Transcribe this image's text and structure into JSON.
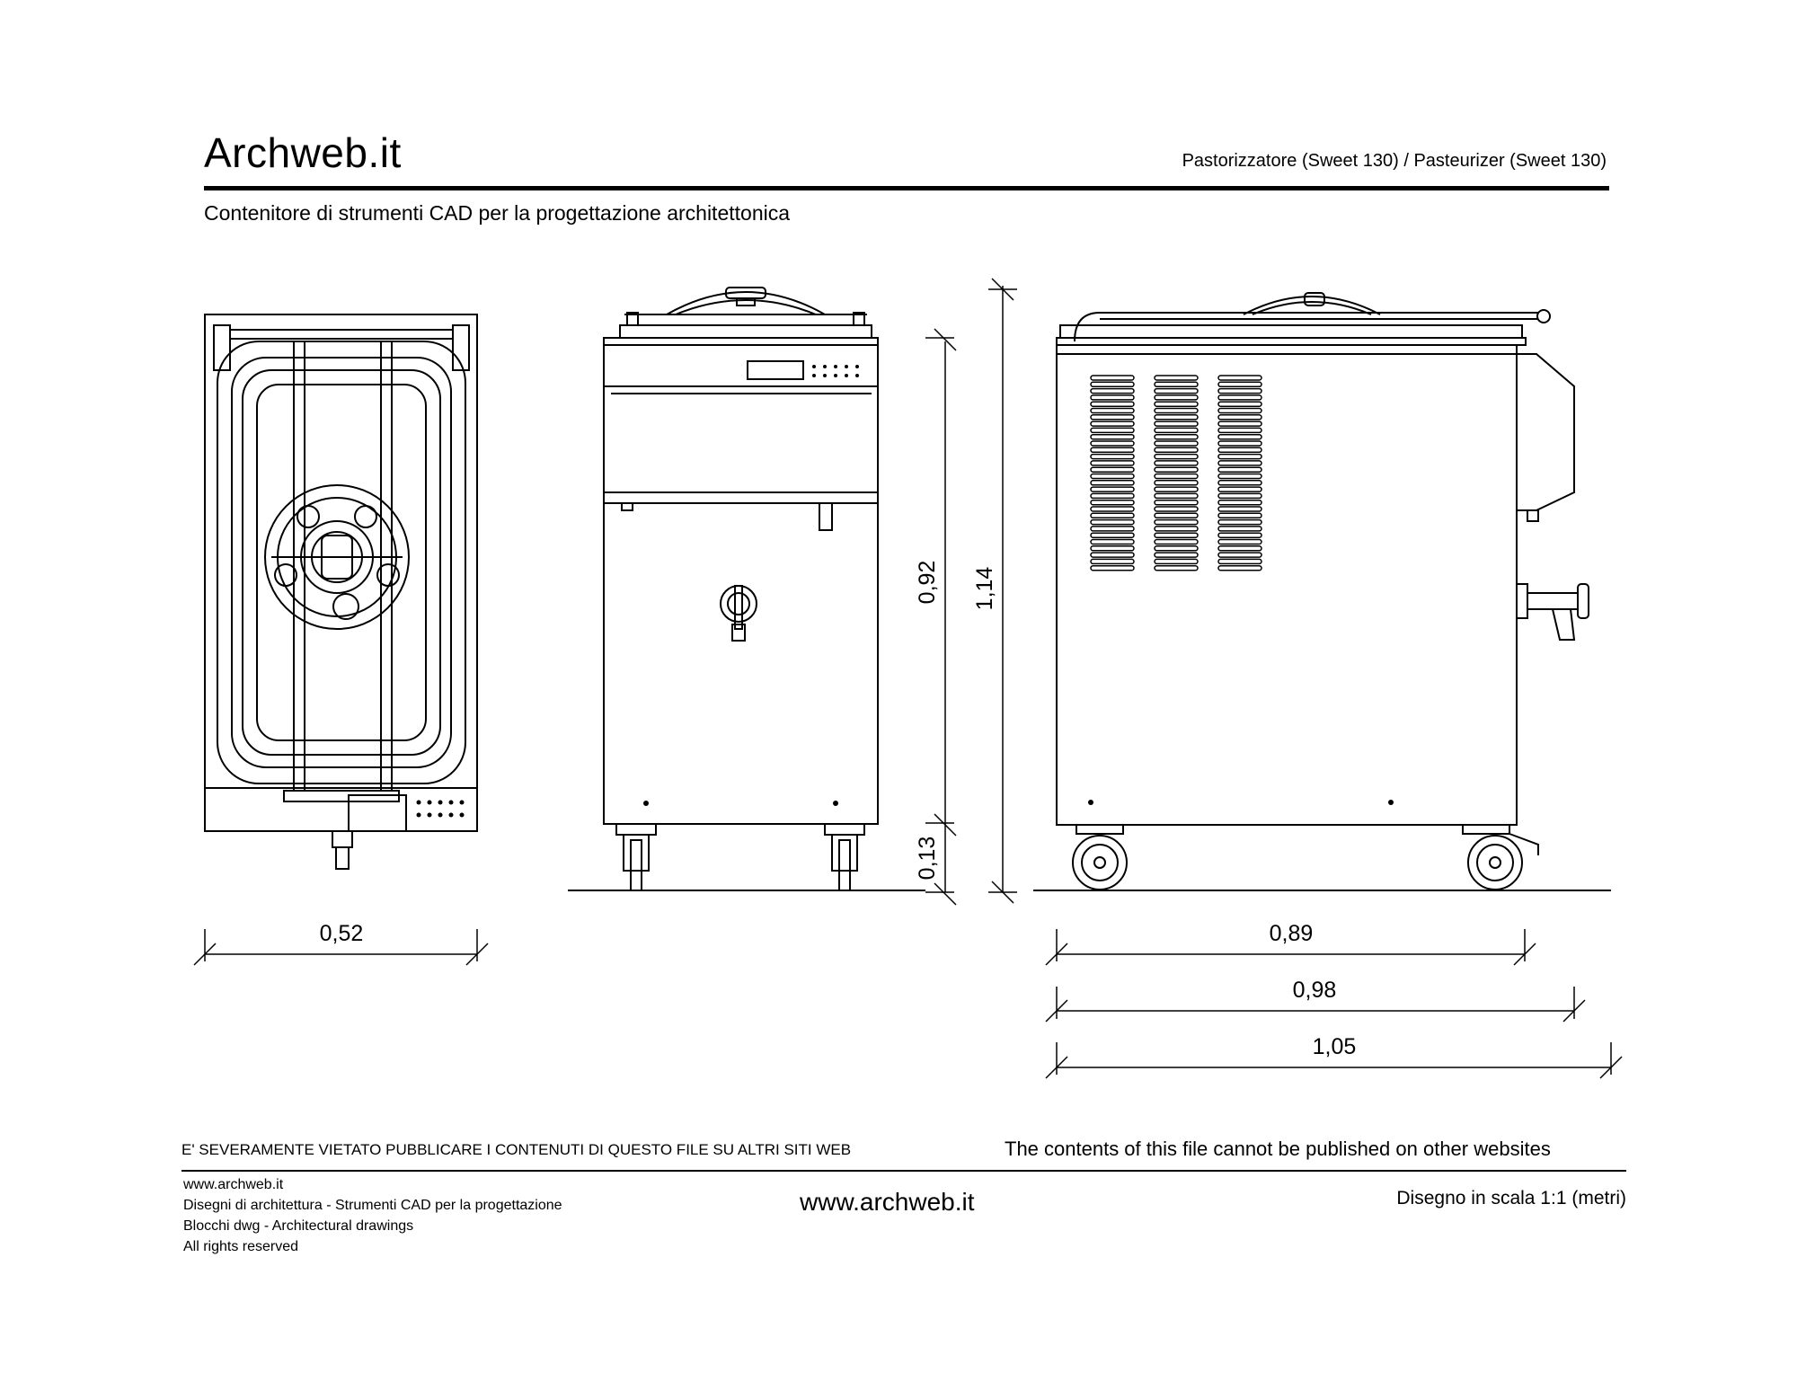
{
  "header": {
    "logo": "Archweb.it",
    "title": "Pastorizzatore (Sweet 130)  /  Pasteurizer (Sweet 130)",
    "subtitle": "Contenitore di strumenti CAD per la progettazione architettonica"
  },
  "dimensions": {
    "top_width": "0,52",
    "front_upper_height": "0,92",
    "front_lower_height": "0,13",
    "total_height": "1,14",
    "side_width_1": "0,89",
    "side_width_2": "0,98",
    "side_width_3": "1,05"
  },
  "footer": {
    "warning_it": "E' SEVERAMENTE VIETATO PUBBLICARE I CONTENUTI DI QUESTO FILE SU ALTRI SITI WEB",
    "warning_en": "The contents of this file cannot be published on other websites",
    "line1": "www.archweb.it",
    "line2": "Disegni di architettura - Strumenti CAD  per la progettazione",
    "line3": "Blocchi dwg - Architectural drawings",
    "line4": "All rights reserved",
    "site": "www.archweb.it",
    "scale": "Disegno in scala 1:1 (metri)"
  }
}
